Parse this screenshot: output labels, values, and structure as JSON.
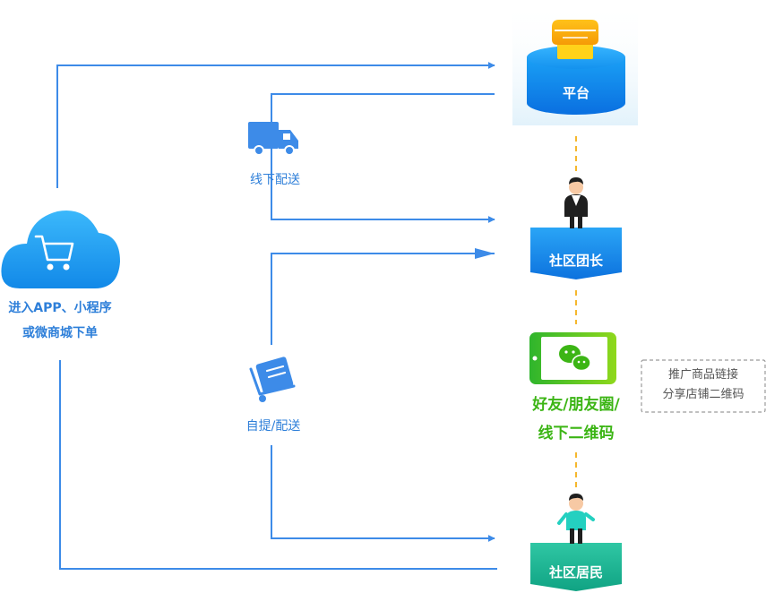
{
  "customer": {
    "line1": "进入APP、小程序",
    "line2": "或微商城下单"
  },
  "routes": {
    "offline_delivery": "线下配送",
    "pickup_delivery": "自提/配送"
  },
  "nodes": {
    "platform": "平台",
    "community_leader": "社区团长",
    "friends_line1": "好友/朋友圈/",
    "friends_line2": "线下二维码",
    "community_resident": "社区居民"
  },
  "share_note": {
    "line1": "推广商品链接",
    "line2": "分享店铺二维码"
  },
  "colors": {
    "arrow_blue": "#3d8be8",
    "dash_orange": "#f5b82e",
    "wechat_green": "#3cb515",
    "resident_teal": "#19b393"
  }
}
